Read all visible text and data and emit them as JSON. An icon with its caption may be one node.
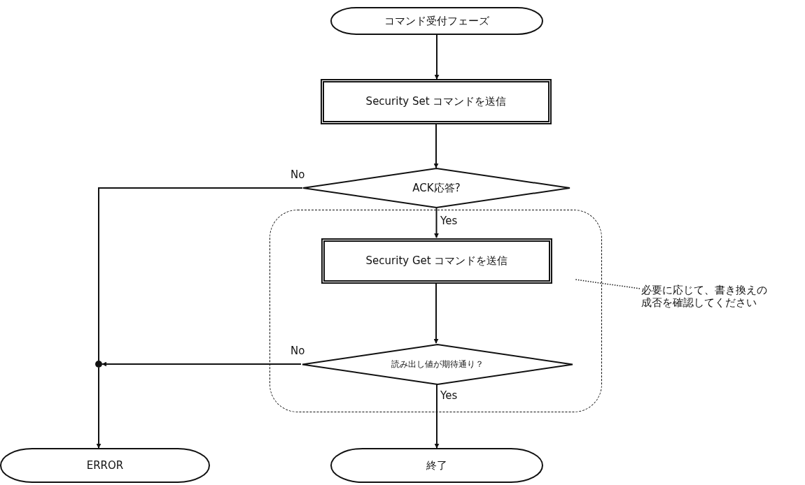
{
  "diagram": {
    "nodes": [
      {
        "text": [
          "コマンド受付フェーズ"
        ]
      },
      {
        "text": [
          "Security Set コマンドを送信"
        ]
      },
      {
        "text": [
          "ACK応答?"
        ]
      },
      {
        "text": [],
        "shape": "box"
      },
      {
        "text": [
          "Security Get コマンドを送信"
        ],
        "in": 3
      },
      {
        "text": [
          "読み出し値が期待通り？"
        ],
        "in": 3
      },
      {
        "text": [],
        "shape": "circle"
      },
      {
        "text": [
          "ERROR"
        ]
      },
      {
        "text": [
          "終了"
        ]
      },
      {
        "text": [
          "必要に応じて、書き換えの成否を確認してください"
        ]
      }
    ],
    "edges": [
      {
        "from": 0,
        "to": 1,
        "arrow": "to"
      },
      {
        "from": 1,
        "to": 2,
        "arrow": "to"
      },
      {
        "from": 2,
        "to": 6,
        "arrow": "none",
        "label": "No"
      },
      {
        "from": 2,
        "to": 4,
        "arrow": "to",
        "label": "Yes"
      },
      {
        "from": 4,
        "to": 5,
        "arrow": "to"
      },
      {
        "from": 5,
        "to": 6,
        "arrow": "to",
        "label": "No"
      },
      {
        "from": 6,
        "to": 7,
        "arrow": "to"
      },
      {
        "from": 5,
        "to": 8,
        "arrow": "to",
        "label": "Yes"
      },
      {
        "from": 9,
        "to": 3,
        "arrow": "none",
        "style": "dashed"
      }
    ]
  }
}
